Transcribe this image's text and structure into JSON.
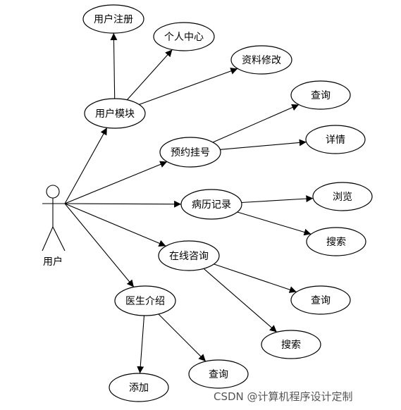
{
  "actor": {
    "label": "用户"
  },
  "nodes": {
    "user_module": "用户模块",
    "register": "用户注册",
    "personal_center": "个人中心",
    "profile_edit": "资料修改",
    "appointment": "预约挂号",
    "appointment_query": "查询",
    "appointment_detail": "详情",
    "records": "病历记录",
    "records_browse": "浏览",
    "records_search": "搜索",
    "consult": "在线咨询",
    "consult_query": "查询",
    "consult_search": "搜索",
    "doctor_intro": "医生介绍",
    "doctor_add": "添加",
    "doctor_query": "查询"
  },
  "edges": [
    [
      "actor",
      "user_module"
    ],
    [
      "actor",
      "appointment"
    ],
    [
      "actor",
      "records"
    ],
    [
      "actor",
      "consult"
    ],
    [
      "actor",
      "doctor_intro"
    ],
    [
      "user_module",
      "register"
    ],
    [
      "user_module",
      "personal_center"
    ],
    [
      "user_module",
      "profile_edit"
    ],
    [
      "appointment",
      "appointment_query"
    ],
    [
      "appointment",
      "appointment_detail"
    ],
    [
      "records",
      "records_browse"
    ],
    [
      "records",
      "records_search"
    ],
    [
      "consult",
      "consult_query"
    ],
    [
      "consult",
      "consult_search"
    ],
    [
      "doctor_intro",
      "doctor_add"
    ],
    [
      "doctor_intro",
      "doctor_query"
    ]
  ],
  "watermark": "CSDN @计算机程序设计定制"
}
